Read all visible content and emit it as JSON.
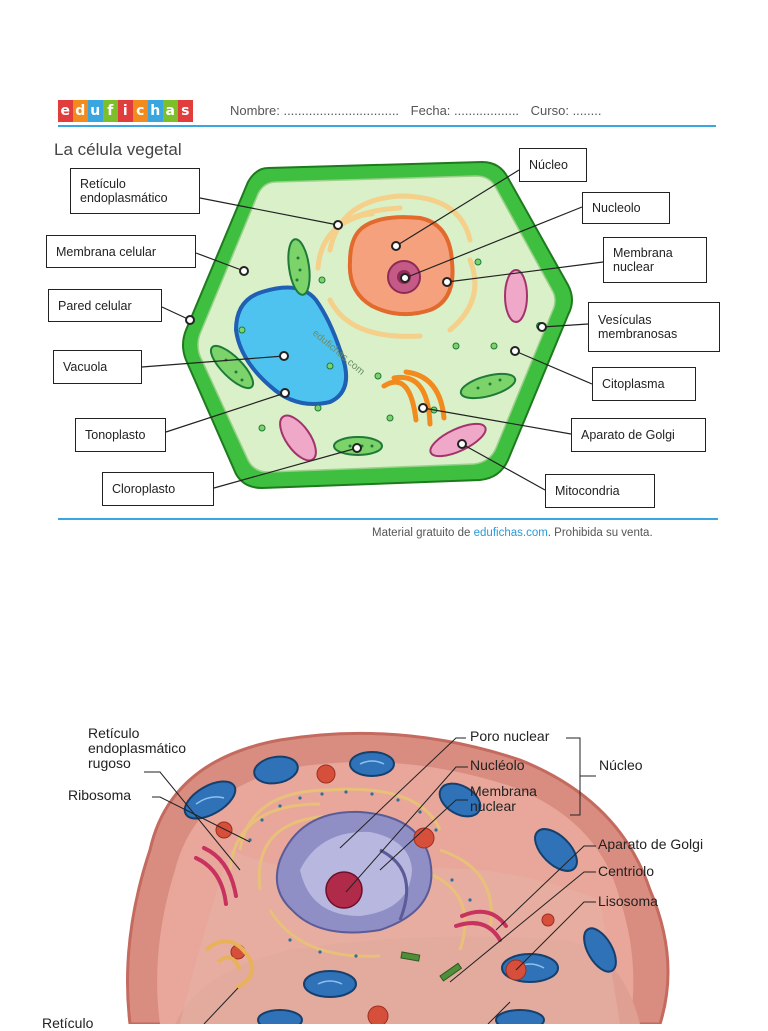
{
  "header": {
    "logo_letters": [
      "e",
      "d",
      "u",
      "f",
      "i",
      "c",
      "h",
      "a",
      "s"
    ],
    "logo_colors": [
      "#e23d3d",
      "#f28a1d",
      "#3aa6e0",
      "#7cbf2a",
      "#e23d3d",
      "#f28a1d",
      "#3aa6e0",
      "#7cbf2a",
      "#e23d3d"
    ],
    "name_field": "Nombre: ................................",
    "date_field": "Fecha: ..................",
    "course_field": "Curso: ........"
  },
  "title": "La célula vegetal",
  "plant_labels": {
    "reticulo": "Retículo\nendoplasmático",
    "membrana_celular": "Membrana celular",
    "pared_celular": "Pared celular",
    "vacuola": "Vacuola",
    "tonoplasto": "Tonoplasto",
    "cloroplasto": "Cloroplasto",
    "nucleo": "Núcleo",
    "nucleolo": "Nucleolo",
    "membrana_nuclear": "Membrana\nnuclear",
    "vesiculas": "Vesículas\nmembranosas",
    "citoplasma": "Citoplasma",
    "golgi": "Aparato de Golgi",
    "mitocondria": "Mitocondria"
  },
  "watermark": "edufichas.com",
  "footer": {
    "prefix": "Material gratuito de ",
    "brand": "edufichas.com",
    "suffix": ". Prohibida su venta."
  },
  "animal_labels": {
    "rer": "Retículo\nendoplasmático\nrugoso",
    "ribosoma": "Ribosoma",
    "poro_nuclear": "Poro nuclear",
    "nucleolo": "Nucléolo",
    "membrana_nuclear": "Membrana\nnuclear",
    "nucleo": "Núcleo",
    "golgi": "Aparato de Golgi",
    "centriolo": "Centriolo",
    "lisosoma": "Lisosoma",
    "ret_partial": "Retículo"
  },
  "colors": {
    "cell_wall": "#3fbf3f",
    "cytoplasm": "#d9f0c8",
    "vacuole": "#4fc3f0",
    "nucleus": "#f6a17d",
    "accent_blue": "#3aa6e0"
  }
}
